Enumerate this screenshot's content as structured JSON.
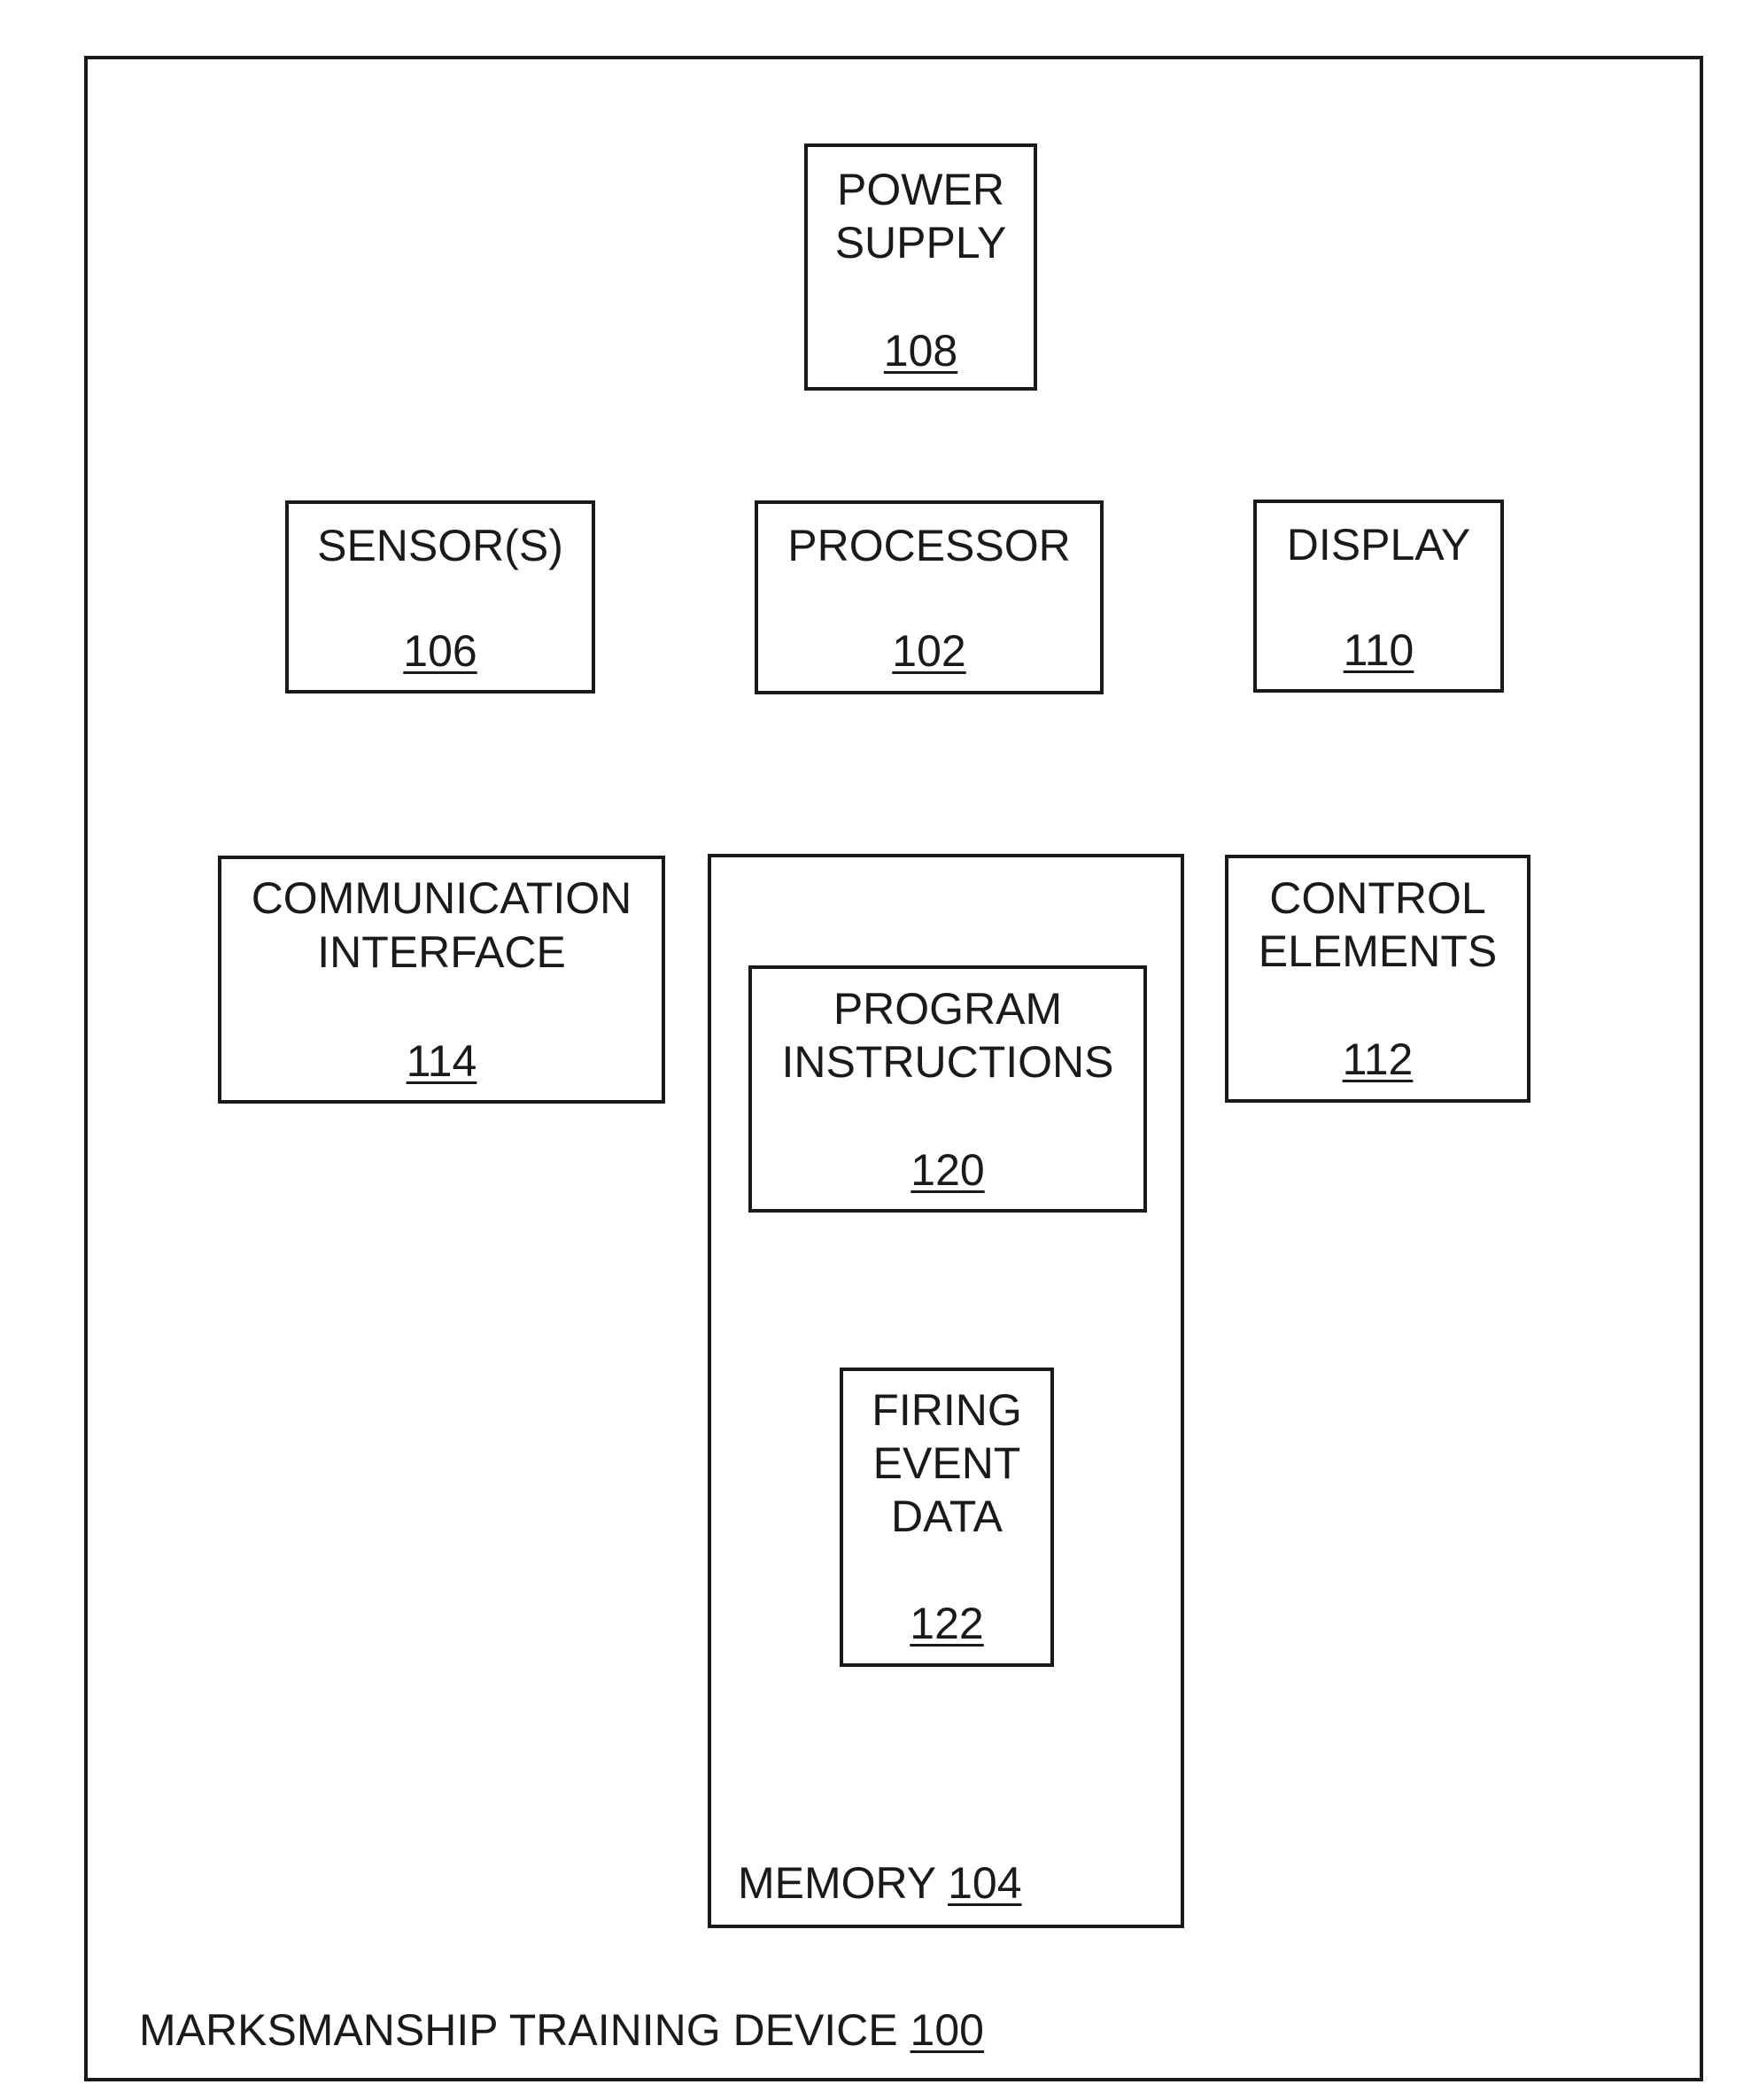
{
  "device": {
    "label": "MARKSMANSHIP TRAINING DEVICE",
    "ref": "100"
  },
  "power_supply": {
    "line1": "POWER",
    "line2": "SUPPLY",
    "ref": "108"
  },
  "sensors": {
    "line1": "SENSOR(S)",
    "ref": "106"
  },
  "processor": {
    "line1": "PROCESSOR",
    "ref": "102"
  },
  "display": {
    "line1": "DISPLAY",
    "ref": "110"
  },
  "communication_interface": {
    "line1": "COMMUNICATION",
    "line2": "INTERFACE",
    "ref": "114"
  },
  "control_elements": {
    "line1": "CONTROL",
    "line2": "ELEMENTS",
    "ref": "112"
  },
  "memory": {
    "label": "MEMORY",
    "ref": "104",
    "program_instructions": {
      "line1": "PROGRAM",
      "line2": "INSTRUCTIONS",
      "ref": "120"
    },
    "firing_event_data": {
      "line1": "FIRING",
      "line2": "EVENT",
      "line3": "DATA",
      "ref": "122"
    }
  }
}
